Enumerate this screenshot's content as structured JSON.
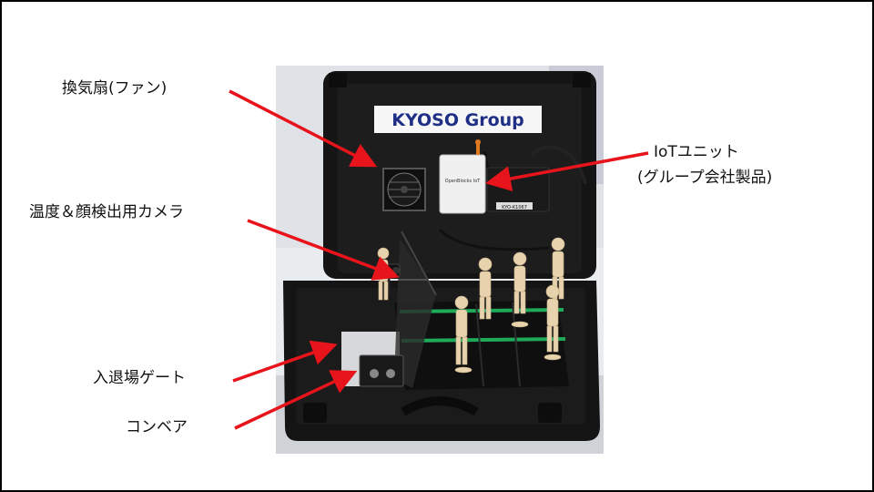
{
  "photo": {
    "banner": "KYOSO Group",
    "device_label": "OpenBlocks IoT",
    "device_tag": "KYO-K1067"
  },
  "callouts": {
    "fan": "換気扇(ファン)",
    "camera": "温度＆顔検出用カメラ",
    "gate": "入退場ゲート",
    "conveyor": "コンベア",
    "iot_line1": "IoTユニット",
    "iot_line2": "(グループ会社製品)"
  },
  "colors": {
    "arrow": "#e8141b",
    "case": "#141414",
    "banner_text": "#1f2f86",
    "green_tape": "#1faa5a"
  }
}
